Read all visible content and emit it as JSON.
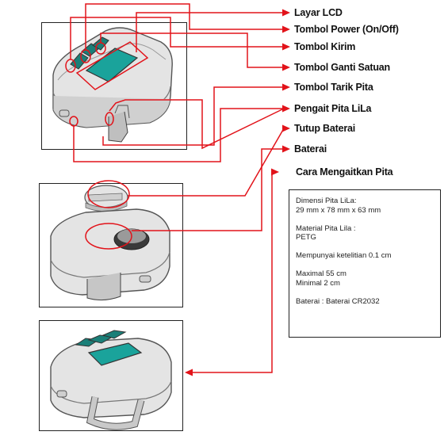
{
  "labels": {
    "lcd": "Layar LCD",
    "power": "Tombol Power (On/Off)",
    "send": "Tombol Kirim",
    "unit": "Tombol Ganti Satuan",
    "pull": "Tombol Tarik Pita",
    "hook": "Pengait Pita LiLa",
    "cover": "Tutup Baterai",
    "battery": "Baterai",
    "howto": "Cara Mengaitkan Pita"
  },
  "info": {
    "dim_title": "Dimensi Pita LiLa:",
    "dim_value": "29 mm x 78 mm x 63 mm",
    "mat_title": "Material Pita Lila :",
    "mat_value": "PETG",
    "accuracy": "Mempunyai ketelitian 0.1 cm",
    "max": "Maximal 55 cm",
    "min": "Minimal 2 cm",
    "battery": "Baterai : Baterai CR2032"
  },
  "colors": {
    "callout": "#e2131a",
    "device_body": "#dcdcdc",
    "device_edge": "#555555",
    "lcd": "#1aa39b",
    "button": "#1a7f78"
  }
}
